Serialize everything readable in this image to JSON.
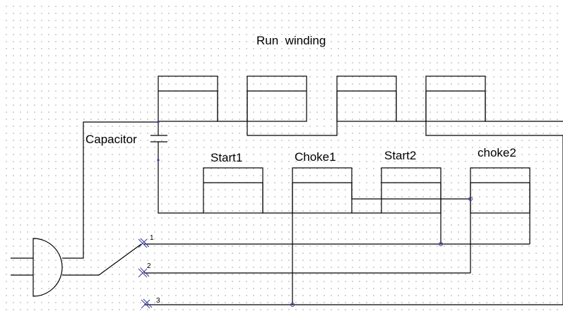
{
  "diagram": {
    "title": "Run  winding",
    "capacitor_label": "Capacitor",
    "coil_labels": {
      "start1": "Start1",
      "choke1": "Choke1",
      "start2": "Start2",
      "choke2": "choke2"
    },
    "switch_terminals": [
      "1",
      "2",
      "3"
    ]
  }
}
